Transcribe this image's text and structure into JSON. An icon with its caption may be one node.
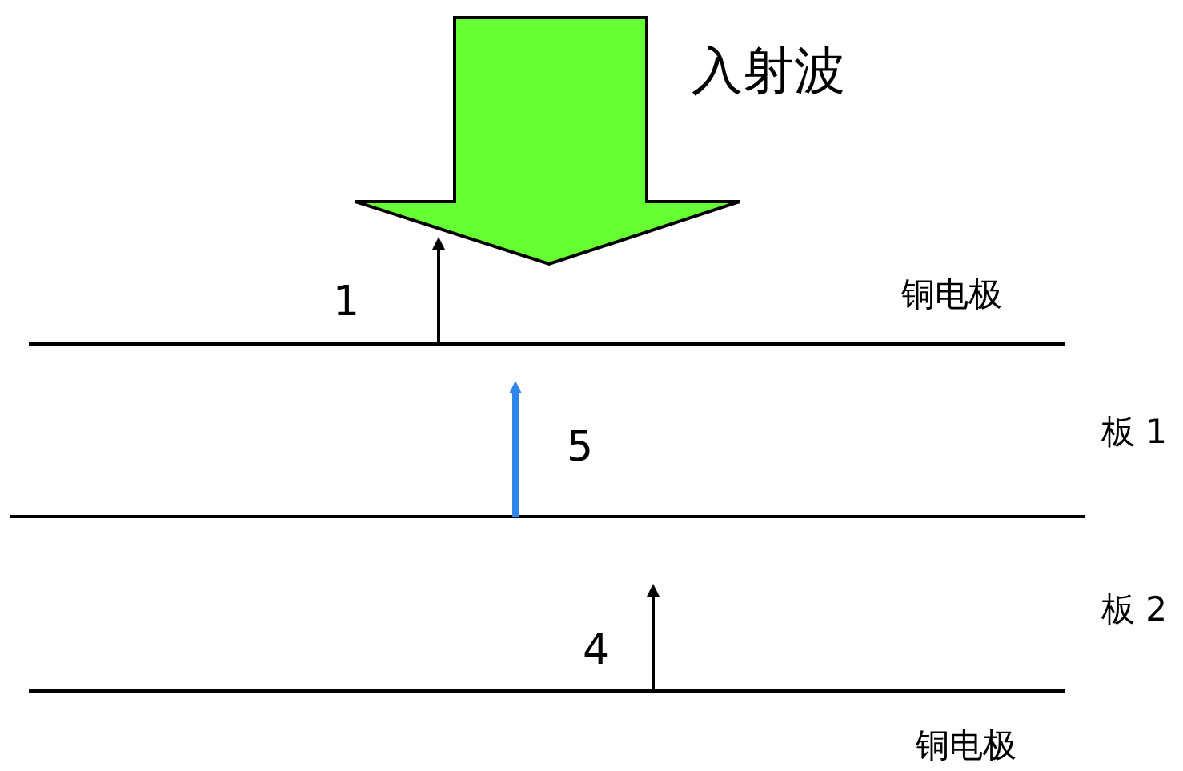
{
  "diagram": {
    "labels": [
      "入射波",
      "1",
      "铜电极",
      "板 1",
      "5",
      "板 2",
      "4",
      "铜电极"
    ]
  }
}
